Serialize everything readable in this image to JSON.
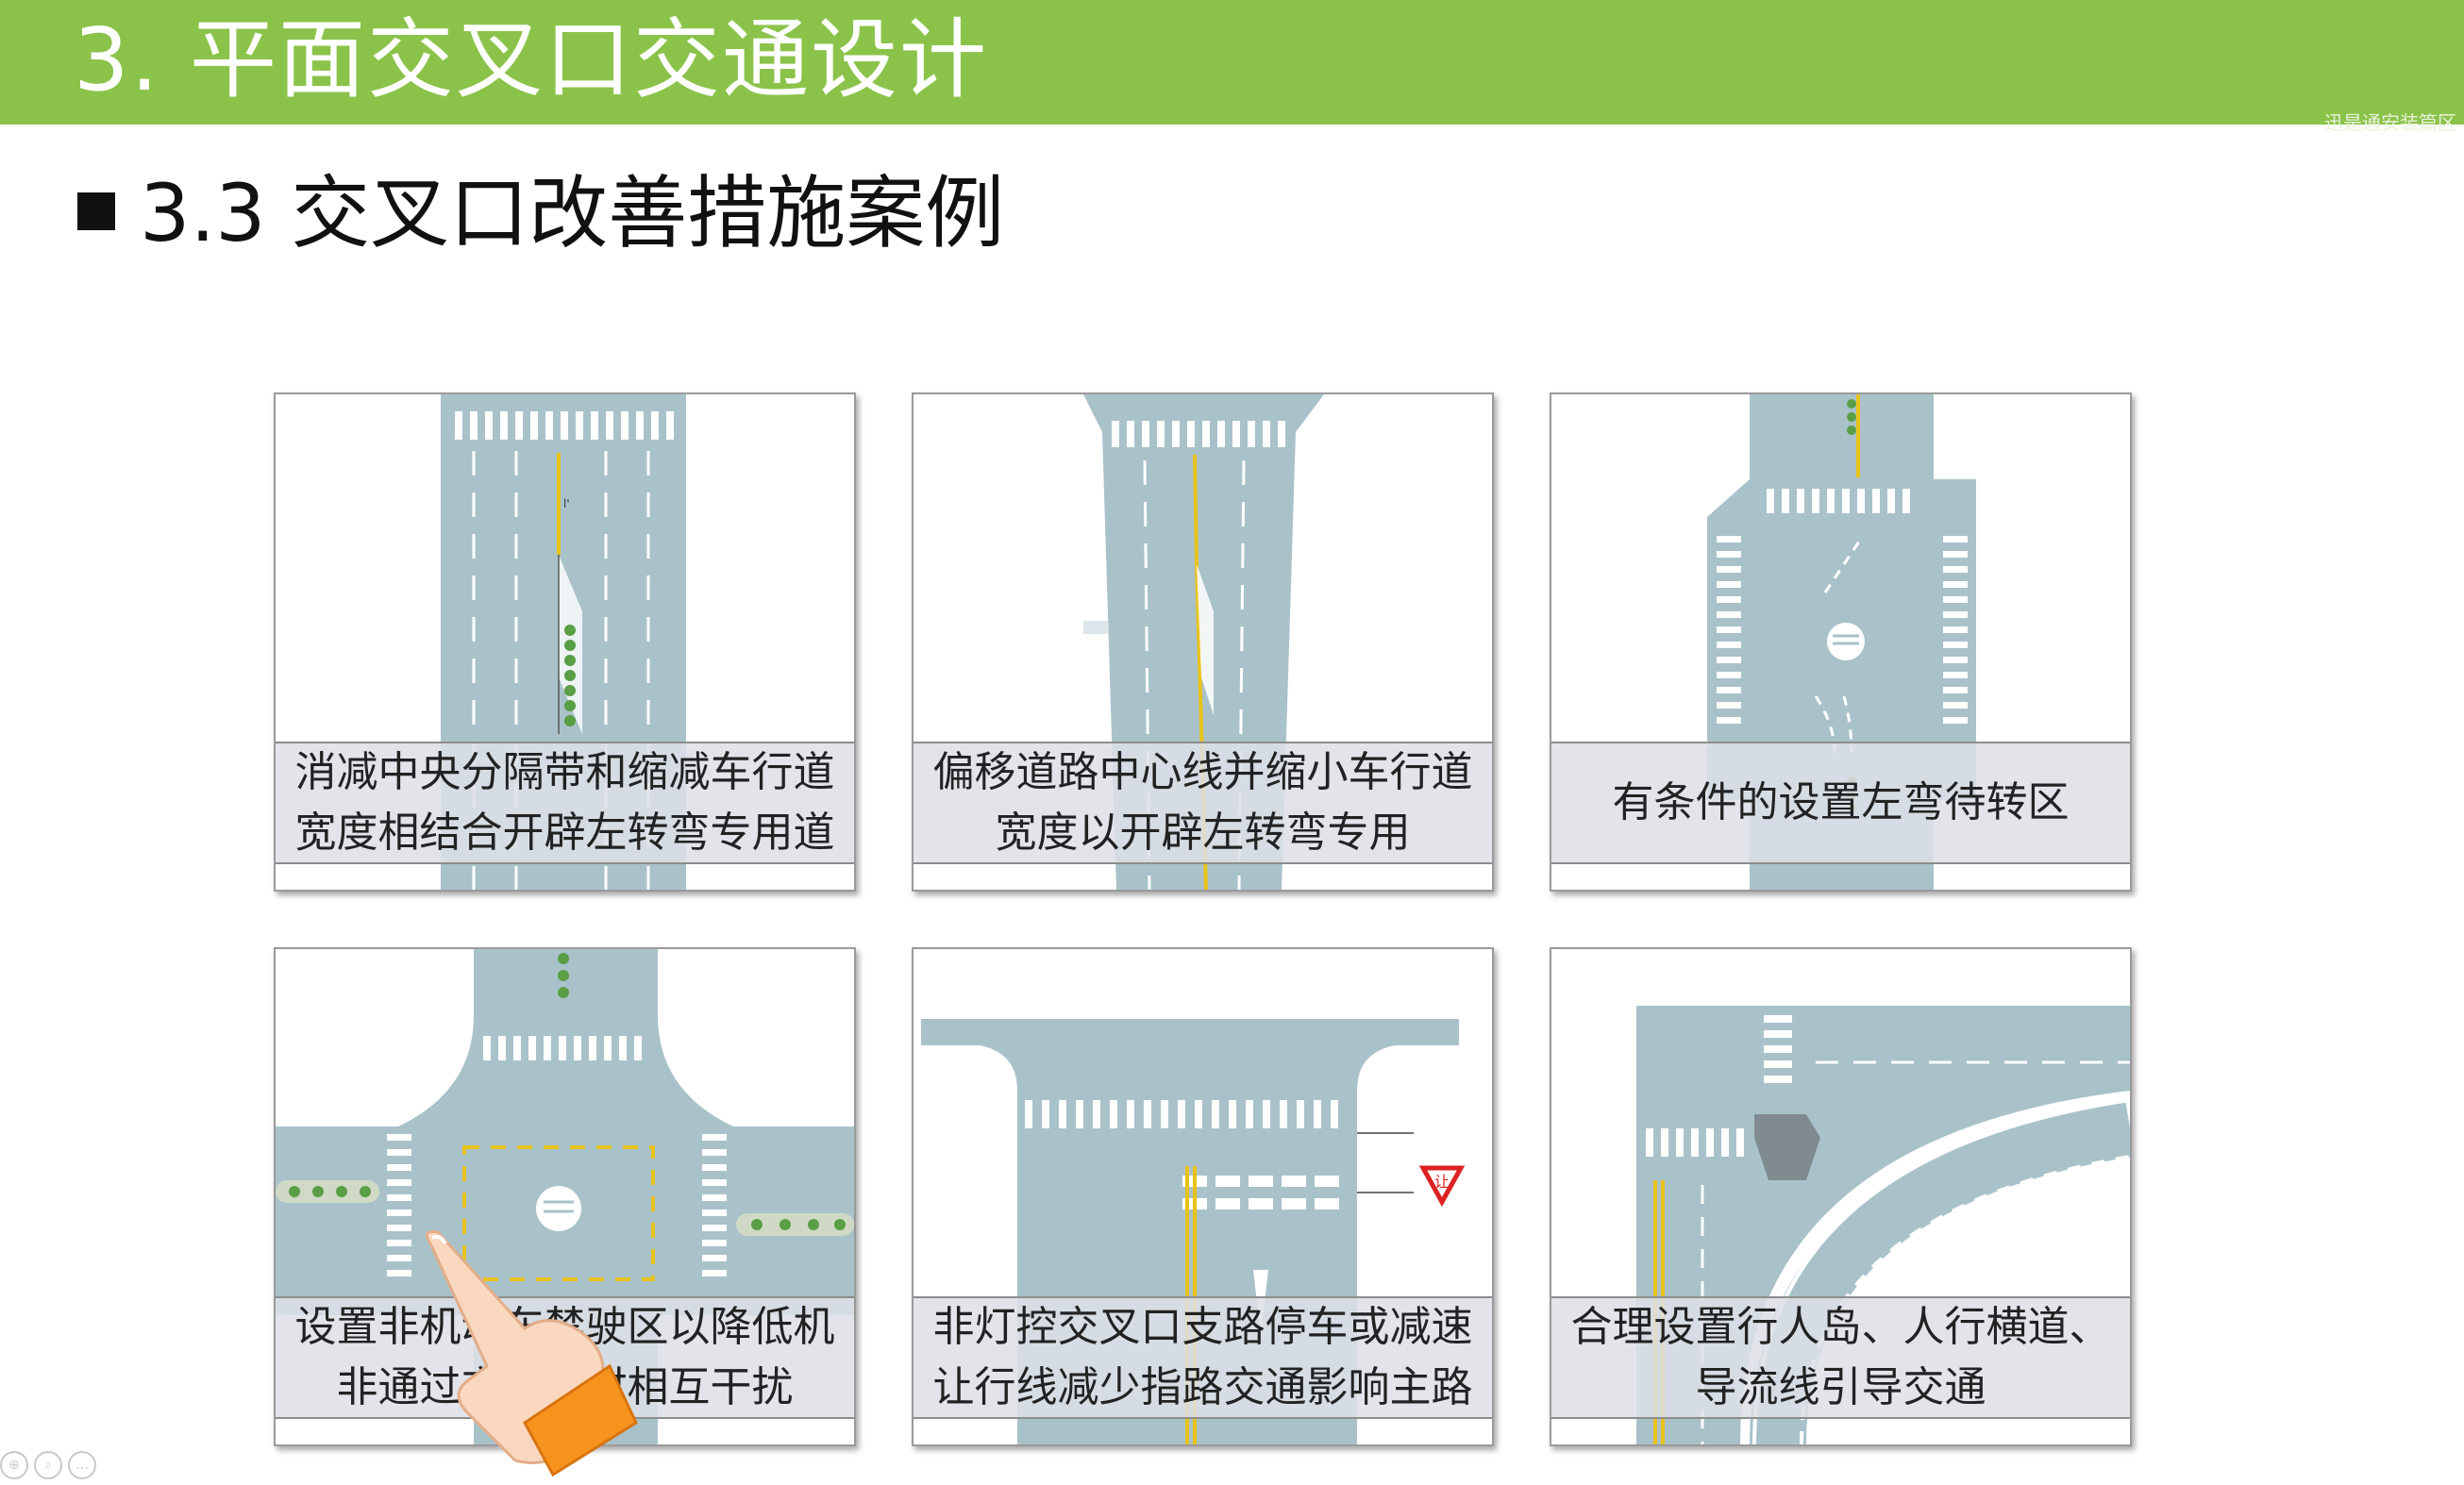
{
  "header": {
    "title": "3. 平面交叉口交通设计",
    "watermark": "迅是通安装篇区"
  },
  "section": {
    "title": "3.3 交叉口改善措施案例"
  },
  "cards": [
    {
      "line1": "消减中央分隔带和缩减车行道",
      "line2": "宽度相结合开辟左转弯专用道"
    },
    {
      "line1": "偏移道路中心线并缩小车行道",
      "line2": "宽度以开辟左转弯专用"
    },
    {
      "line1": "有条件的设置左弯待转区",
      "line2": ""
    },
    {
      "line1": "设置非机动车禁驶区以降低机",
      "line2": "非通过交叉口时相互干扰"
    },
    {
      "line1": "非灯控交叉口支路停车或减速",
      "line2": "让行线减少指路交通影响主路"
    },
    {
      "line1": "合理设置行人岛、人行横道、",
      "line2": "导流线引导交通"
    }
  ],
  "sign_yield_text": "让",
  "colors": {
    "header": "#8bc34a",
    "road": "#a9c2ca",
    "marking_yellow": "#e8c21a",
    "median_green": "#5a9e45"
  },
  "icons": [
    "pointing-hand-cursor-icon",
    "zoom-icon",
    "search-icon"
  ]
}
